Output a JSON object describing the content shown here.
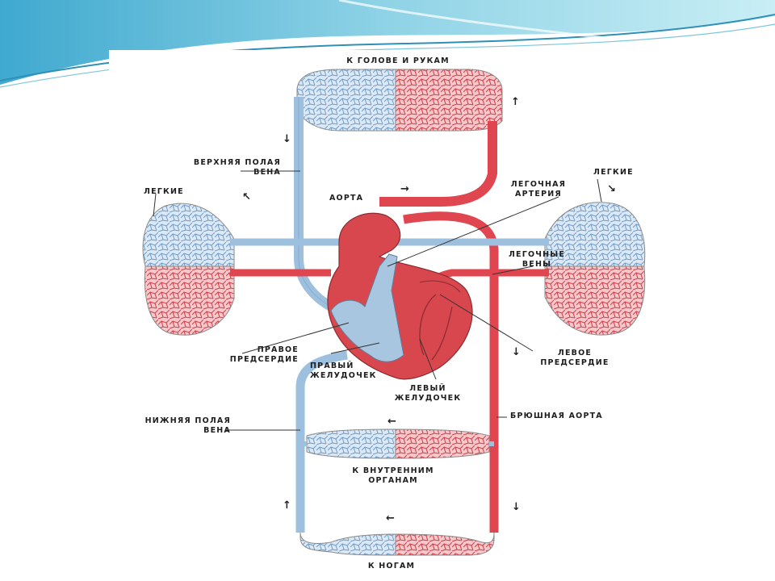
{
  "labels": {
    "head_arms": "К ГОЛОВЕ И РУКАМ",
    "superior_vena_cava": "ВЕРХНЯЯ ПОЛАЯ\nВЕНА",
    "lungs_left": "ЛЕГКИЕ",
    "lungs_right": "ЛЕГКИЕ",
    "aorta": "АОРТА",
    "pulmonary_artery": "ЛЕГОЧНАЯ\nАРТЕРИЯ",
    "pulmonary_veins": "ЛЕГОЧНЫЕ\nВЕНЫ",
    "right_atrium": "ПРАВОЕ\nПРЕДСЕРДИЕ",
    "right_ventricle": "ПРАВЫЙ\nЖЕЛУДОЧЕК",
    "left_ventricle": "ЛЕВЫЙ\nЖЕЛУДОЧЕК",
    "left_atrium": "ЛЕВОЕ\nПРЕДСЕРДИЕ",
    "abdominal_aorta": "БРЮШНАЯ АОРТА",
    "inferior_vena_cava": "НИЖНЯЯ ПОЛАЯ\nВЕНА",
    "internal_organs": "К ВНУТРЕННИМ\nОРГАНАМ",
    "legs": "К НОГАМ"
  },
  "arrows": {
    "up": "↑",
    "down": "↓",
    "left": "←",
    "right": "→",
    "up_left": "↖",
    "down_right": "↘"
  },
  "colors": {
    "artery_red": "#e0464f",
    "vein_blue": "#9dc0de",
    "capillary_red": "#ef7f86",
    "capillary_blue": "#b7d0e8",
    "outline": "#8a8a8a",
    "header_blue": "#5cb9d6"
  }
}
